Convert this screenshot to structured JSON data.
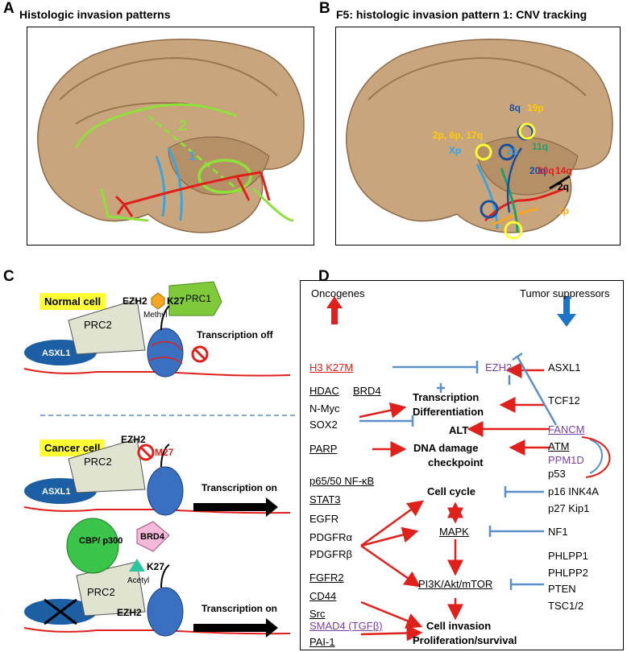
{
  "panelA": {
    "letter": "A",
    "title": "Histologic invasion patterns",
    "label2": "2",
    "label1": "1"
  },
  "panelB": {
    "letter": "B",
    "title": "F5: histologic invasion pattern 1: CNV tracking",
    "cnv_labels": [
      "8q",
      "19p",
      "2p, 6p, 17q",
      "Xp",
      "10q",
      "14q",
      "2q",
      "1p",
      "11q",
      "21",
      "20q"
    ]
  },
  "panelC": {
    "letter": "C",
    "normal_tag": "Normal cell",
    "cancer_tag": "Cancer cell",
    "prc1": "PRC1",
    "prc2": "PRC2",
    "ezh2": "EZH2",
    "asxl1": "ASXL1",
    "k27": "K27",
    "methyl": "Methyl",
    "m27": "M27",
    "cbp": "CBP/ p300",
    "brd4": "BRD4",
    "acetyl": "Acetyl",
    "trans_off": "Transcription off",
    "trans_on": "Transcription on"
  },
  "panelD": {
    "letter": "D",
    "oncogenes_header": "Oncogenes",
    "suppressors_header": "Tumor suppressors",
    "left": {
      "h3k27m": "H3 K27M",
      "hdac": "HDAC",
      "brd4": "BRD4",
      "nmyc": "N-Myc",
      "sox2": "SOX2",
      "parp": "PARP",
      "nfkb": "p65/50 NF-κB",
      "stat3": "STAT3",
      "egfr": "EGFR",
      "pdgfra": "PDGFRα",
      "pdgfrb": "PDGFRβ",
      "fgfr2": "FGFR2",
      "cd44": "CD44",
      "src": "Src",
      "smad4": "SMAD4 (TGFβ)",
      "pai1": "PAI-1"
    },
    "center": {
      "ezh2": "EZH2",
      "transcription": "Transcription",
      "differentiation": "Differentiation",
      "alt": "ALT",
      "dna_damage": "DNA damage",
      "checkpoint": "checkpoint",
      "cell_cycle": "Cell cycle",
      "mapk": "MAPK",
      "pi3k": "PI3K/Akt/mTOR",
      "cell_invasion": "Cell invasion",
      "proliferation": "Proliferation/survival"
    },
    "right": {
      "asxl1": "ASXL1",
      "tcf12": "TCF12",
      "fancm": "FANCM",
      "atm": "ATM",
      "ppm1d": "PPM1D",
      "p53": "p53",
      "p16": "p16 INK4A",
      "p27": "p27 Kip1",
      "nf1": "NF1",
      "phlpp1": "PHLPP1",
      "phlpp2": "PHLPP2",
      "pten": "PTEN",
      "tsc": "TSC1/2"
    }
  },
  "colors": {
    "red": "#e0201b",
    "blue": "#5b8fc9",
    "green": "#8ee03a",
    "purple": "#7a3fa0",
    "yellow": "#ffff33",
    "brain": "#c8a57e"
  }
}
